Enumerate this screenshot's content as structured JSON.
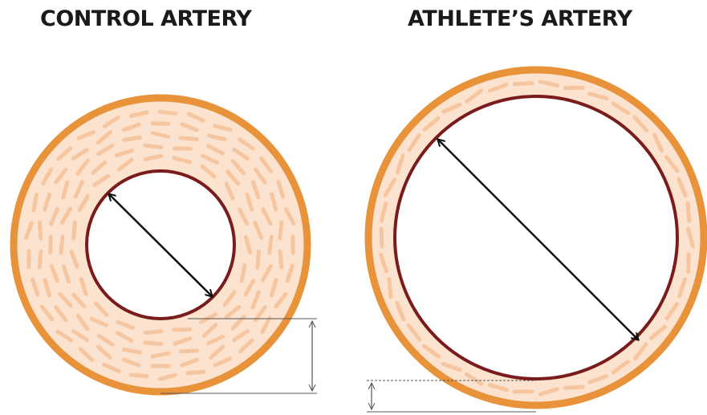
{
  "titles": {
    "control": "CONTROL ARTERY",
    "athlete": "ATHLETE’S ARTERY"
  },
  "colors": {
    "adventitia": "#e8923a",
    "wall_fill": "#fbe3cf",
    "wall_streak": "#f6c6a0",
    "intima": "#7a1c1c",
    "lumen": "#ffffff",
    "arrow": "#111111",
    "guide_line": "#555555"
  },
  "arteries": [
    {
      "id": "control",
      "feature": "thick wall, narrow lumen"
    },
    {
      "id": "athlete",
      "feature": "thin wall, wide lumen"
    }
  ]
}
